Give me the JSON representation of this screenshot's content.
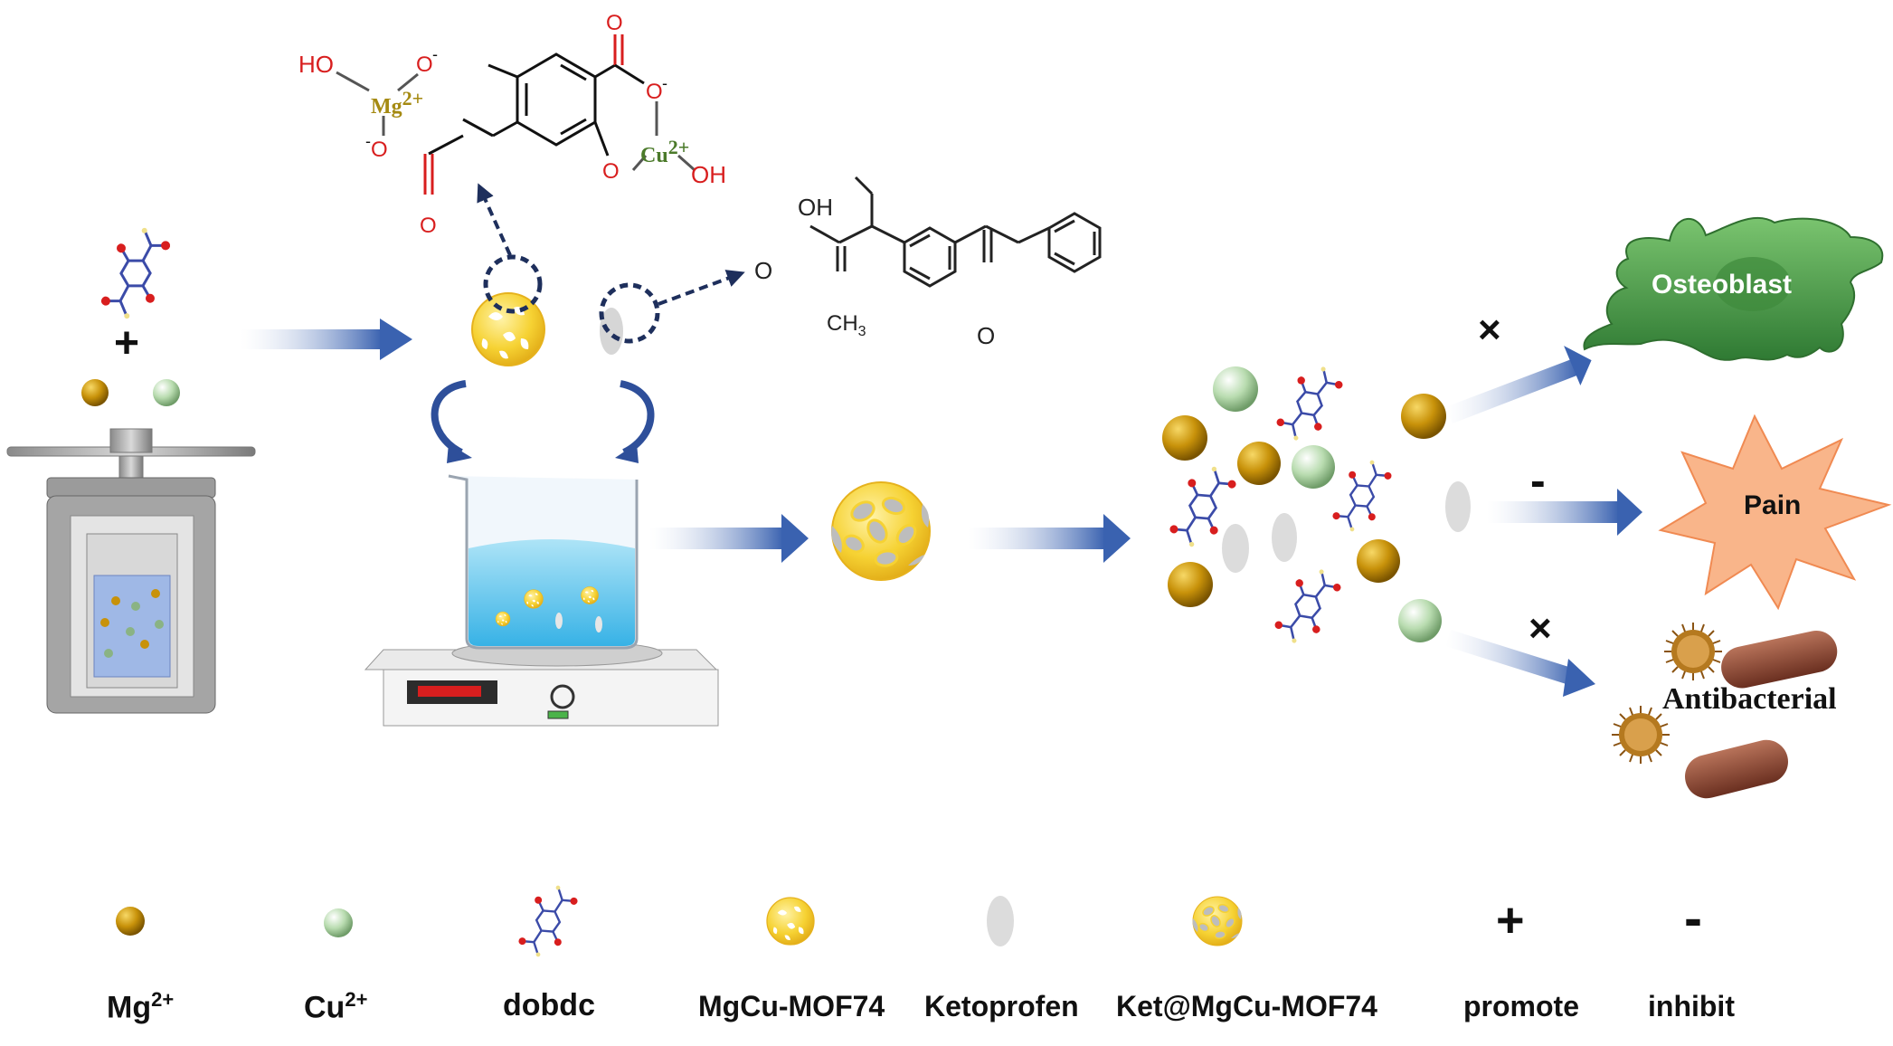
{
  "legend": {
    "mg": {
      "base": "Mg",
      "sup": "2+"
    },
    "cu": {
      "base": "Cu",
      "sup": "2+"
    },
    "dobdc": "dobdc",
    "mof": "MgCu-MOF74",
    "ketoprofen": "Ketoprofen",
    "ket_mof": "Ket@MgCu-MOF74",
    "promote": "promote",
    "inhibit": "inhibit",
    "promote_symbol": "+",
    "inhibit_symbol": "-"
  },
  "outcomes": {
    "osteoblast": "Osteoblast",
    "pain": "Pain",
    "antibacterial": "Antibacterial",
    "osteoblast_effect": "×",
    "pain_effect": "-",
    "antibacterial_effect": "×"
  },
  "synthesis": {
    "plus": "+"
  },
  "mof_structure": {
    "ho_left": "HO",
    "mg": "Mg",
    "mg_charge": "2+",
    "o_minus": "-",
    "cu": "Cu",
    "cu_charge": "2+",
    "oh_right": "OH",
    "o": "O"
  },
  "ketoprofen_structure": {
    "oh": "OH",
    "o": "O",
    "ch3": "CH",
    "ch3_sub": "3"
  },
  "colors": {
    "mg_ion": "#c8920a",
    "cu_ion": "#b9dcb0",
    "arrow_blue": "#3a62b0",
    "osteoblast": "#4c9a4a",
    "pain": "#f9b58a",
    "mof_yellow": "#f6d233",
    "dash_navy": "#1e2f5c"
  }
}
